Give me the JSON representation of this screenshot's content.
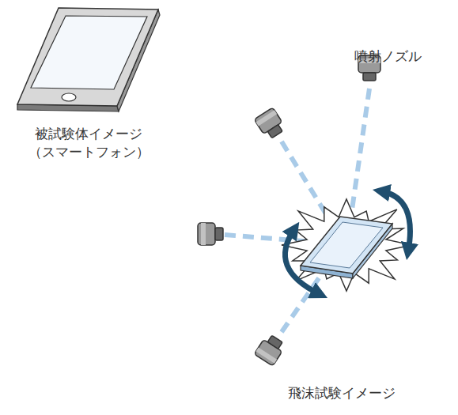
{
  "diagram": {
    "labels": [
      "被試験体イメージ （スマートフォン）",
      "噴射ノズル",
      "飛沫試験イメージ"
    ]
  }
}
